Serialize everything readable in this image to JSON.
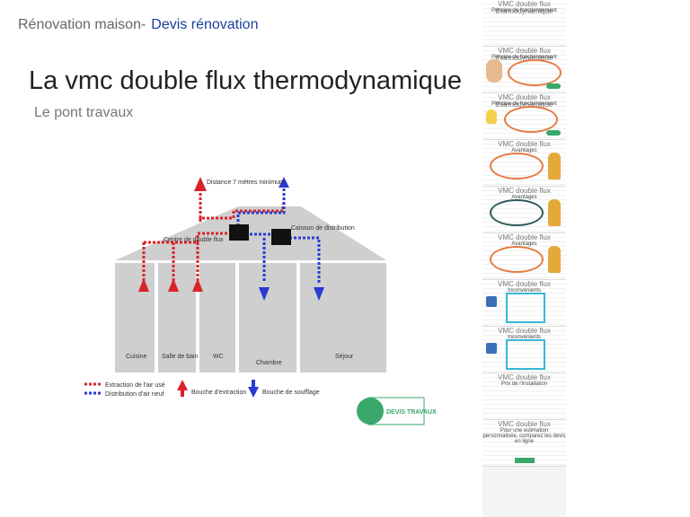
{
  "header": {
    "breadcrumb_prefix": "Rénovation maison-",
    "breadcrumb_link": "Devis rénovation"
  },
  "slide": {
    "title": "La vmc double flux thermodynamique",
    "subtitle": "Le pont travaux"
  },
  "diagram": {
    "distance_label": "Distance 7 mètres minimum",
    "centre_label": "Centre de double flux",
    "caisson_label": "Caisson de distribution",
    "rooms": [
      "Cuisine",
      "Salle de bain",
      "WC",
      "Chambre",
      "Séjour"
    ],
    "legend": {
      "extraction": "Extraction de l'air usé",
      "distribution": "Distribution d'air neuf",
      "bouche_extraction": "Bouche d'extraction",
      "bouche_soufflage": "Bouche de soufflage"
    },
    "button_label": "DEVIS TRAVAUX",
    "colors": {
      "extraction": "#d8232a",
      "distribution": "#2a3bd1",
      "house": "#cfcfcf",
      "button": "#3aa86a"
    }
  },
  "thumbnails": [
    {
      "title": "VMC double flux thermodynamique",
      "sub": "Principe de fonctionnement"
    },
    {
      "title": "VMC double flux thermodynamique",
      "sub": "Principe de fonctionnement"
    },
    {
      "title": "VMC double flux thermodynamique",
      "sub": "Principe de fonctionnement"
    },
    {
      "title": "VMC double flux",
      "sub": "Avantages"
    },
    {
      "title": "VMC double flux",
      "sub": "Avantages"
    },
    {
      "title": "VMC double flux",
      "sub": "Avantages"
    },
    {
      "title": "VMC double flux",
      "sub": "Inconvénients"
    },
    {
      "title": "VMC double flux",
      "sub": "Inconvénients"
    },
    {
      "title": "VMC double flux",
      "sub": "Prix de l'installation"
    },
    {
      "title": "VMC double flux",
      "sub": "Pour une estimation personnalisée, comparez les devis en ligne"
    }
  ]
}
